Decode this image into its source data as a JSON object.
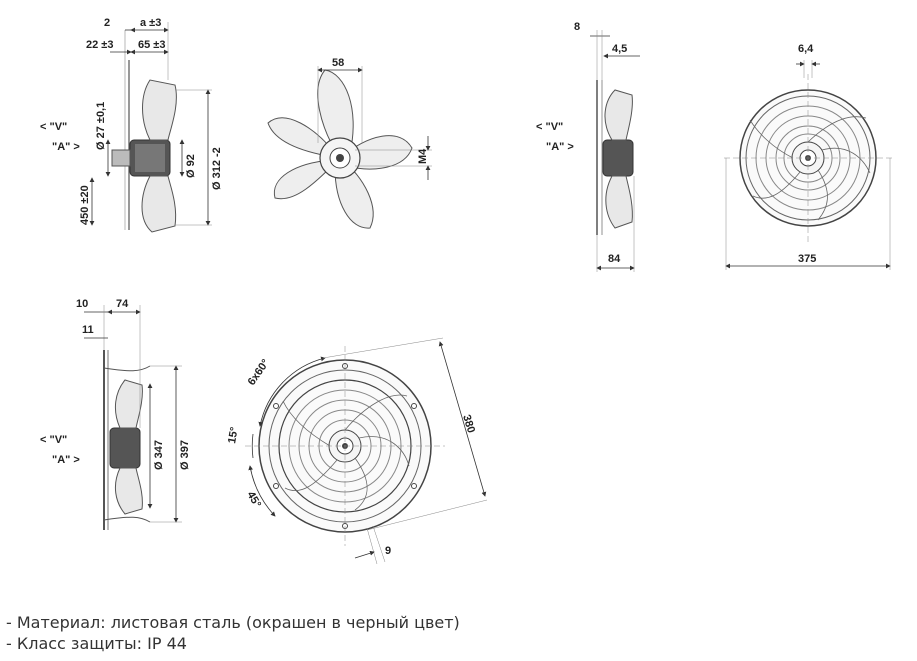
{
  "views": {
    "side_view_a": {
      "dimensions": [
        "2",
        "a ±3",
        "22 ±3",
        "65 ±3",
        "Ø 27 ±0,1",
        "Ø 92",
        "Ø 312 -2",
        "450 ±20"
      ],
      "arrow_labels": [
        "< \"V\"",
        "\"A\" >"
      ]
    },
    "front_view_blades": {
      "dimensions": [
        "58",
        "M4"
      ]
    },
    "side_view_guard": {
      "dimensions": [
        "8",
        "4,5",
        "84"
      ],
      "arrow_labels": [
        "< \"V\"",
        "\"A\" >"
      ]
    },
    "front_view_guard": {
      "dimensions": [
        "6,4",
        "375"
      ]
    },
    "side_view_ring": {
      "dimensions": [
        "10",
        "74",
        "11",
        "Ø 347",
        "Ø 397"
      ],
      "arrow_labels": [
        "< \"V\"",
        "\"A\" >"
      ]
    },
    "front_view_ring": {
      "dimensions": [
        "6x60°",
        "15°",
        "45°",
        "380",
        "9"
      ]
    }
  },
  "specs": [
    "- Материал: листовая сталь (окрашен в черный цвет)",
    "- Класс защиты: IP 44"
  ]
}
